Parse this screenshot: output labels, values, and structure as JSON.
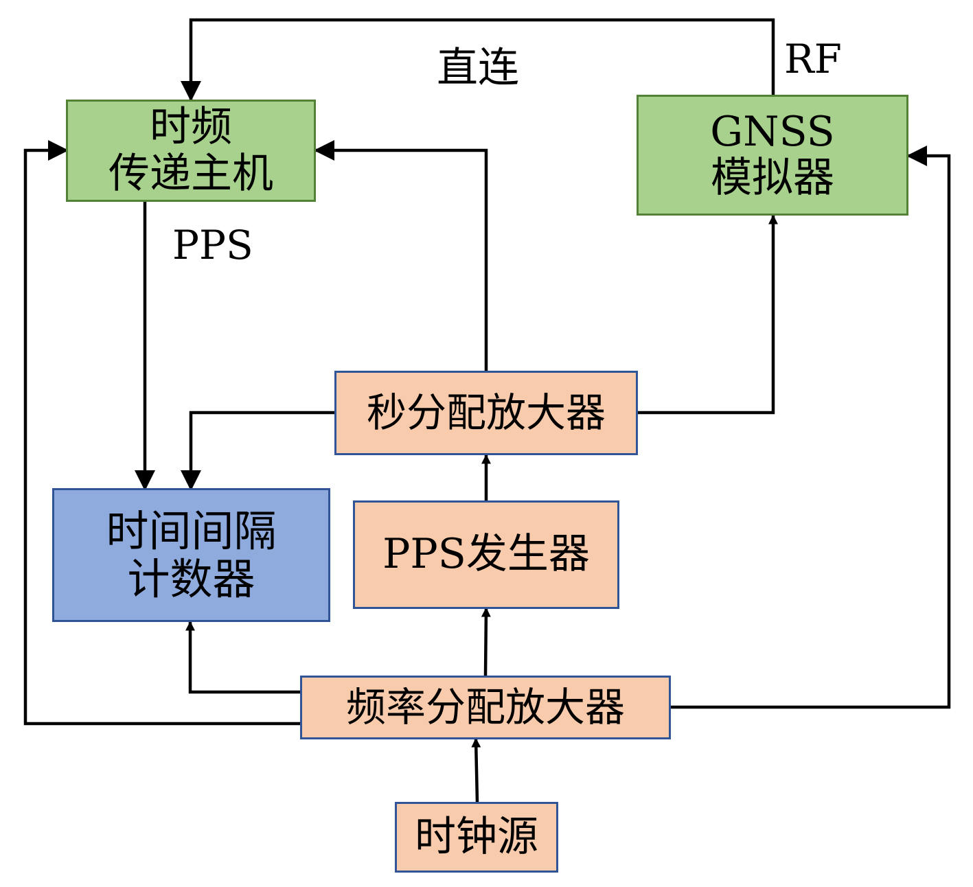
{
  "nodes": {
    "host": {
      "line1": "时频",
      "line2": "传递主机"
    },
    "gnss": {
      "line1": "GNSS",
      "line2": "模拟器"
    },
    "second_amp": {
      "label": "秒分配放大器"
    },
    "tic": {
      "line1": "时间间隔",
      "line2": "计数器"
    },
    "pps_gen": {
      "label": "PPS发生器"
    },
    "freq_amp": {
      "label": "频率分配放大器"
    },
    "clock": {
      "label": "时钟源"
    }
  },
  "edge_labels": {
    "direct": "直连",
    "rf": "RF",
    "pps": "PPS"
  },
  "colors": {
    "green_fill": "#a9d18e",
    "green_border": "#538135",
    "orange_fill": "#f8cbad",
    "blue_fill": "#8faadc",
    "blue_border": "#2f5597",
    "line": "#000000"
  }
}
